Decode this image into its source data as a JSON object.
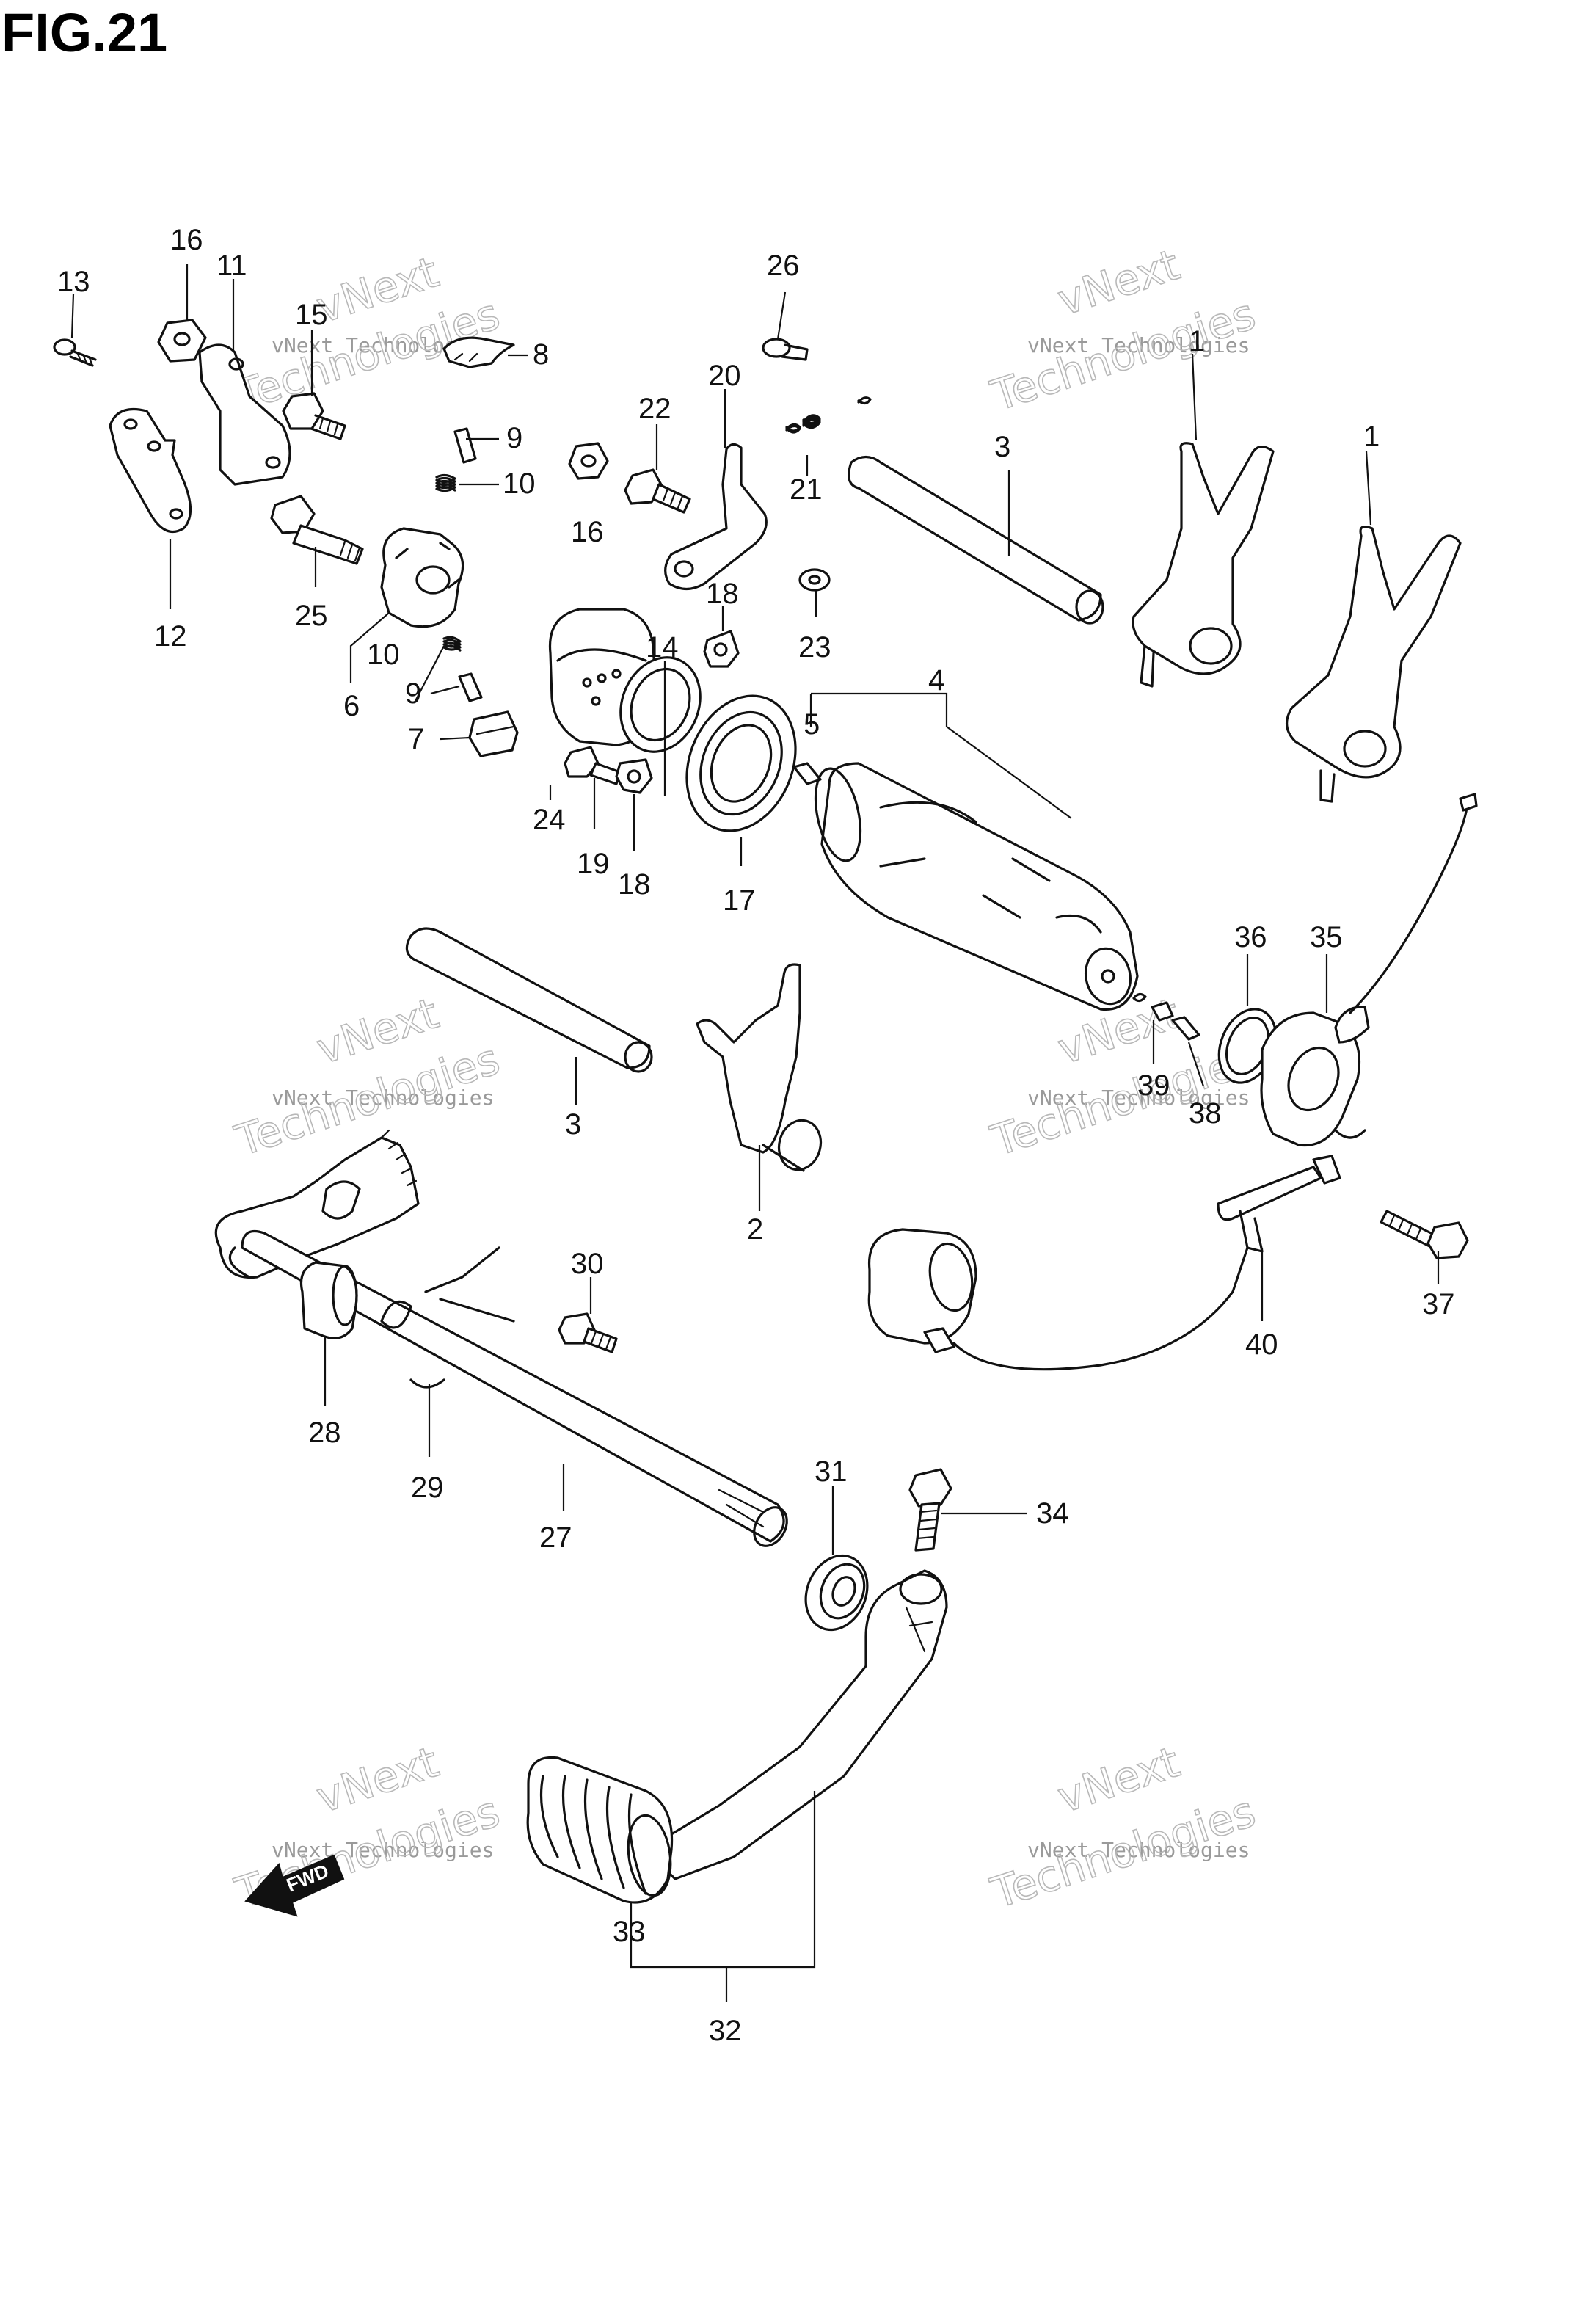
{
  "figure": {
    "title": "FIG.21"
  },
  "watermark": {
    "line1": "vNext",
    "line2": "vNext Technologies",
    "line3": "Technologies"
  },
  "fwd_label": "FWD",
  "callouts": [
    "1",
    "1",
    "2",
    "3",
    "3",
    "4",
    "5",
    "6",
    "7",
    "8",
    "9",
    "9",
    "10",
    "10",
    "11",
    "12",
    "13",
    "14",
    "15",
    "16",
    "16",
    "17",
    "18",
    "18",
    "19",
    "20",
    "21",
    "22",
    "23",
    "24",
    "25",
    "26",
    "27",
    "28",
    "29",
    "30",
    "31",
    "32",
    "33",
    "34",
    "35",
    "36",
    "37",
    "38",
    "39",
    "40"
  ]
}
